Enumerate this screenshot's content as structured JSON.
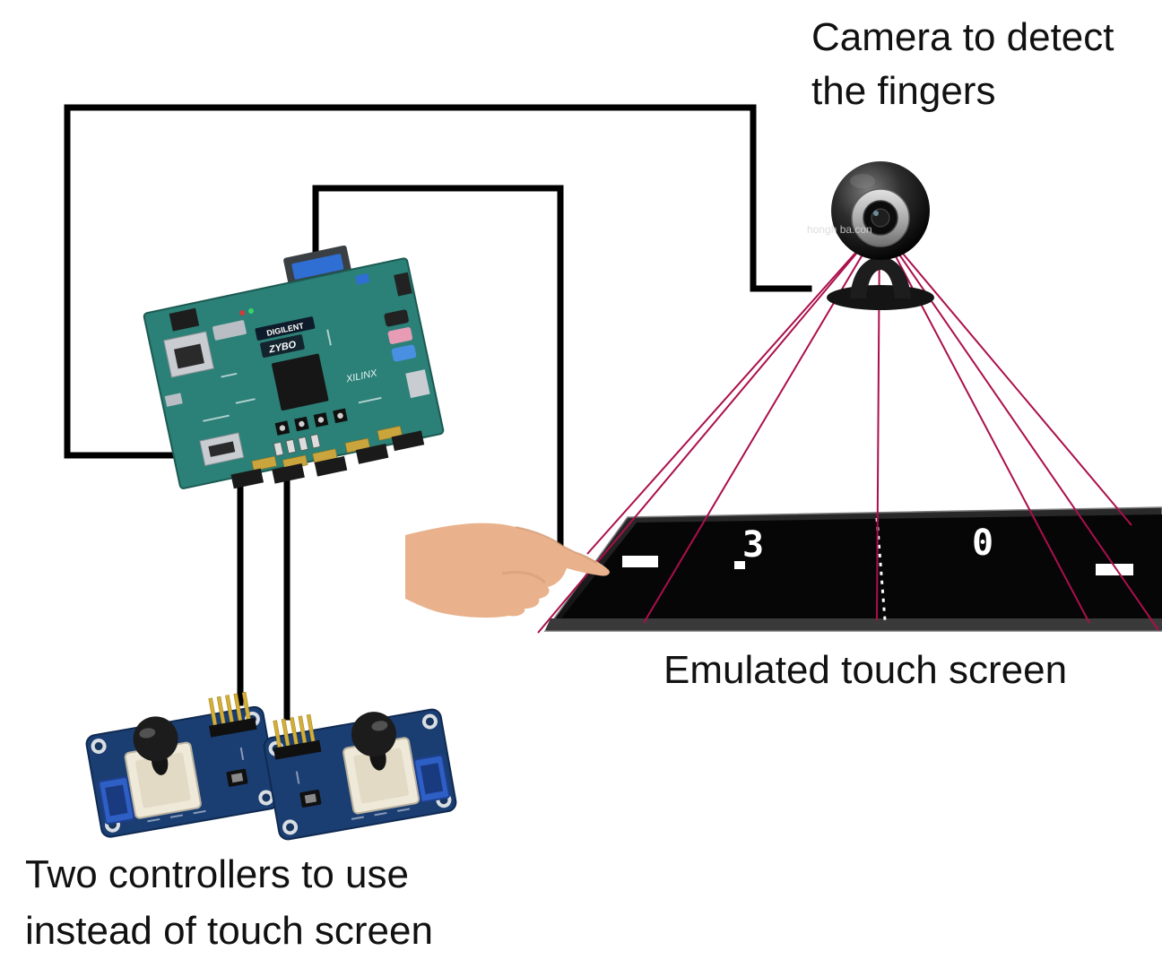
{
  "labels": {
    "camera": {
      "line1": "Camera to detect",
      "line2": "the fingers"
    },
    "touchscreen": "Emulated touch screen",
    "controllers": {
      "line1": "Two controllers to use",
      "line2": "instead of touch screen"
    }
  },
  "board": {
    "brand": "DIGILENT",
    "model": "ZYBO",
    "chip_text": "XILINX"
  },
  "pong": {
    "score_left": "3",
    "score_right": "0"
  },
  "camera_watermark": "hongh        ba.con",
  "colors": {
    "wire": "#000000",
    "camera_ray": "#ab0f4b",
    "fpga_pcb": "#2b8077",
    "controller_pcb": "#1b3e72",
    "screen_bg": "#060606",
    "skin": "#e9b28c"
  }
}
